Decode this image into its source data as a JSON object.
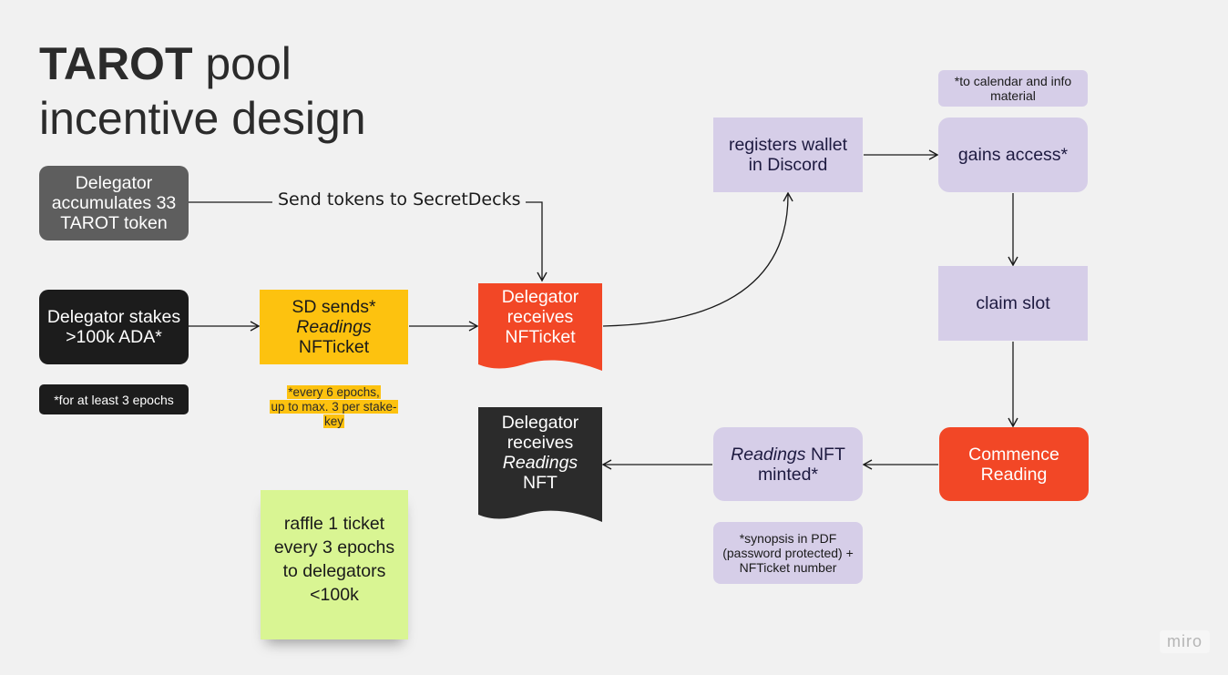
{
  "title": {
    "bold": "TAROT",
    "rest_line1": " pool",
    "line2": "incentive design"
  },
  "nodes": {
    "accumulate": "Delegator accumulates 33 TAROT token",
    "stakes": "Delegator stakes >100k ADA*",
    "stakes_note": "*for at least 3 epochs",
    "sd_sends": {
      "line1": "SD sends*",
      "italic": "Readings",
      "line3": "NFTicket"
    },
    "sd_note": {
      "line1": "*every 6 epochs,",
      "line2": "up to max. 3 per stake-",
      "line3": "key"
    },
    "receives_ticket": "Delegator receives NFTicket",
    "receives_readings": {
      "line1": "Delegator receives",
      "italic": "Readings",
      "line3": "NFT"
    },
    "registers": "registers wallet in Discord",
    "calendar_note": "*to calendar and info material",
    "gains_access": "gains access*",
    "claim_slot": "claim slot",
    "commence": "Commence Reading",
    "minted": {
      "italic": "Readings",
      "rest": " NFT minted*"
    },
    "synopsis_note": "*synopsis in PDF (password protected) + NFTicket number",
    "raffle": "raffle 1 ticket every 3 epochs to  delegators <100k"
  },
  "connector_label": "Send tokens to SecretDecks",
  "watermark": "miro",
  "colors": {
    "background": "#f1f1f1",
    "grey": "#5e5e5e",
    "black": "#1c1c1c",
    "yellow": "#fdc20f",
    "lavender": "#d6cee8",
    "red": "#f24726",
    "sticky_green": "#d9f593"
  }
}
